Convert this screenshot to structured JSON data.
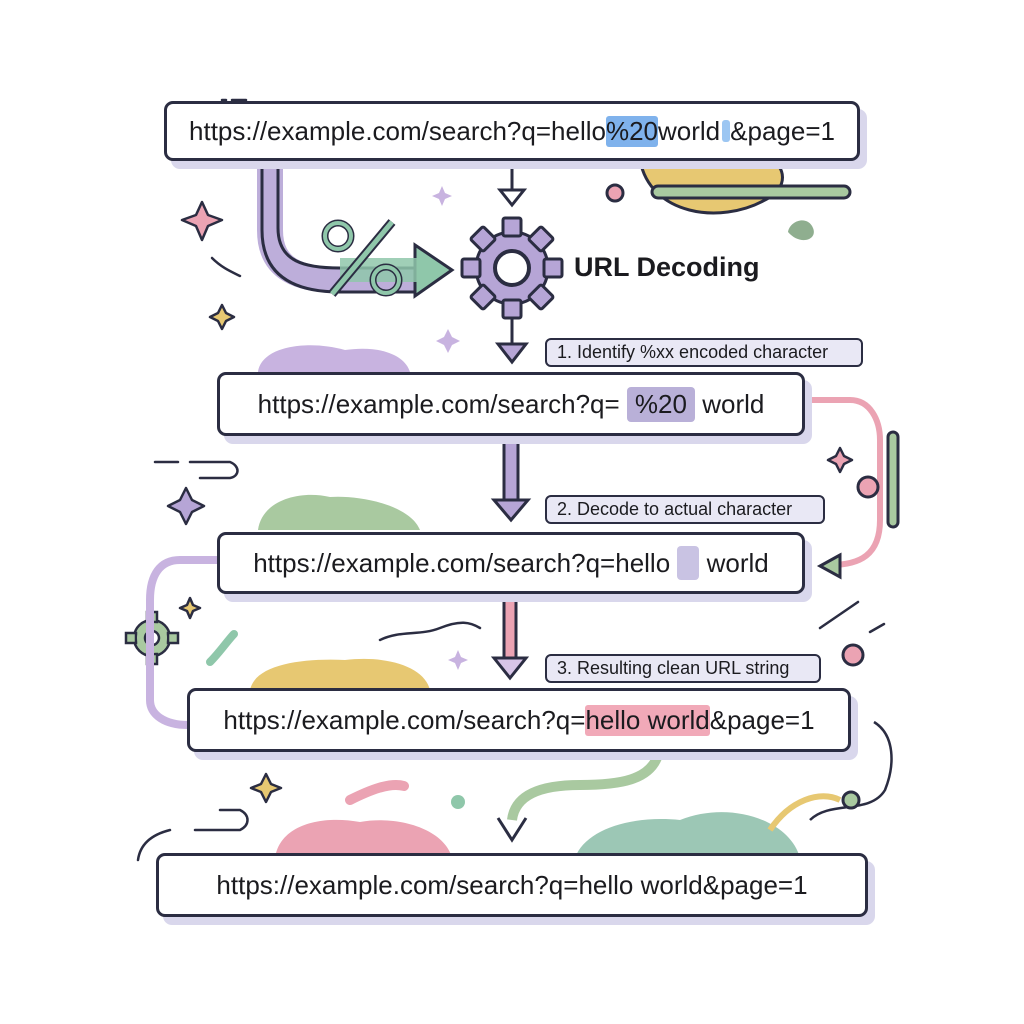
{
  "process_title": "URL Decoding",
  "input_url": {
    "before": "https://example.com/search?q=hello",
    "encoded": "%20",
    "after": "world",
    "tail": "&page=1"
  },
  "step1": {
    "label": "1. Identify %xx encoded character",
    "url_prefix": "https://example.com/search?q=",
    "encoded": "%20",
    "url_suffix": "world"
  },
  "step2": {
    "label": "2. Decode to actual character",
    "url_prefix": "https://example.com/search?q=hello",
    "url_suffix": "world"
  },
  "step3": {
    "label": "3. Resulting clean URL string",
    "url_prefix": "https://example.com/search?q=",
    "decoded": "hello world",
    "url_suffix": "&page=1"
  },
  "output_url": "https://example.com/search?q=hello world&page=1",
  "icons": {
    "percent": "percent-icon",
    "gear": "gear-icon"
  },
  "colors": {
    "outline": "#2b2d42",
    "purple": "#b6a5d6",
    "green": "#8fbfa3",
    "pink": "#eba3b3",
    "yellow": "#e7c872",
    "blue_highlight": "#7fb2ec"
  }
}
